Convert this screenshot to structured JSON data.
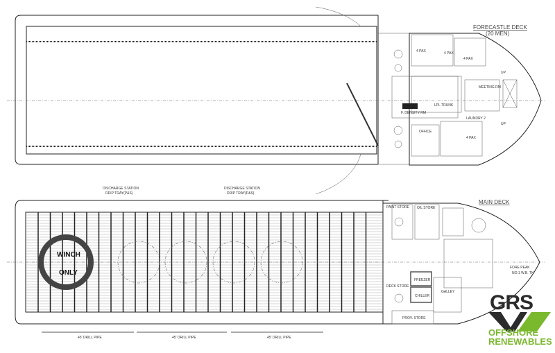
{
  "forecastle": {
    "title": "FORECASTLE DECK",
    "crew": "(20 MEN)",
    "rooms": {
      "density": "F. DENSITY RM",
      "trunk": "LPL TRUNK",
      "meeting": "MEETING RM",
      "laundry": "LAUNDRY 2",
      "office": "OFFICE",
      "pax1": "4 PAX",
      "pax2": "4 PAX",
      "pax3": "4 PAX",
      "pax4": "4 PAX",
      "up1": "UP",
      "up2": "UP"
    }
  },
  "main_deck": {
    "title": "MAIN DECK",
    "discharge_1": "DISCHARGE STATION",
    "drip_1": "DRIP TRAY(P&S)",
    "discharge_2": "DISCHARGE STATION",
    "drip_2": "DRIP TRAY(P&S)",
    "winch_1": "WINCH",
    "winch_2": "ONLY",
    "pipes": [
      "45' DRILL PIPE",
      "45' DRILL PIPE",
      "45' DRILL PIPE"
    ],
    "rooms": {
      "freezer": "FREEZER",
      "chiller": "CHILLER",
      "galley": "GALLEY",
      "prov": "PROV. STORE",
      "deck_store": "DECK STORE",
      "paint": "PAINT STORE",
      "oil": "OIL STORE",
      "fore_peak": "FORE PEAK",
      "wb": "NO.1 W.B. TK"
    }
  },
  "logo": {
    "name": "GRS",
    "line1": "OFFSHORE",
    "line2": "RENEWABLES",
    "green": "#7ab82e",
    "dark": "#2b2b2b"
  }
}
